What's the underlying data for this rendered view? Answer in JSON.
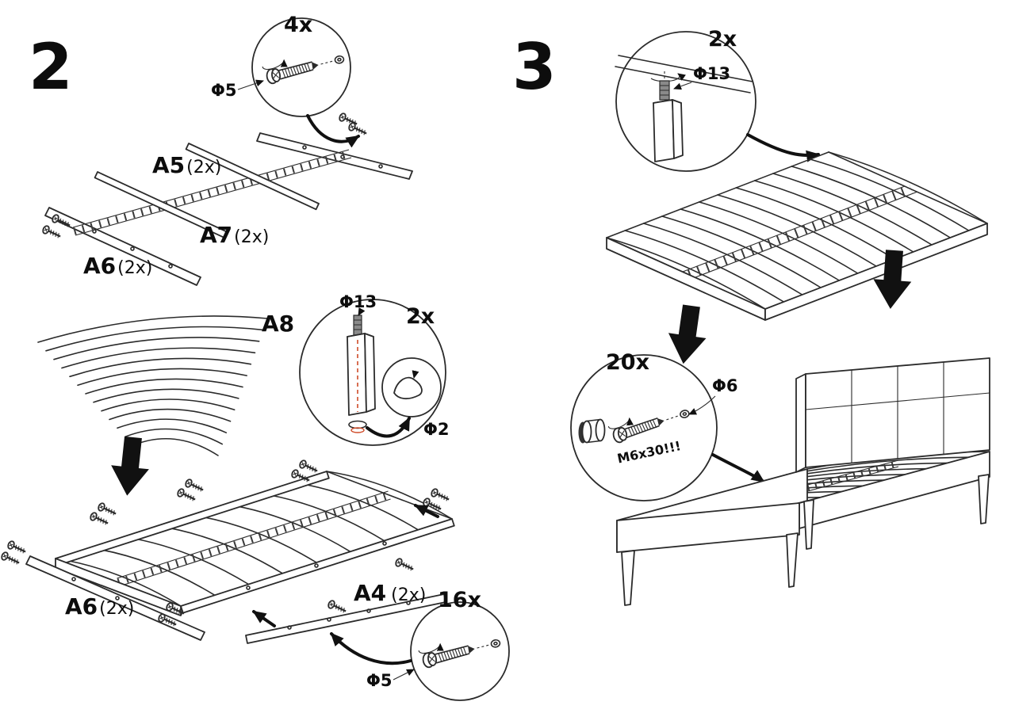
{
  "doc": {
    "kind": "furniture-assembly-instructions",
    "subject": "bed frame"
  },
  "colors": {
    "line": "#2b2b2b",
    "accent_dashed": "#cf4b28",
    "arrow": "#111111",
    "background": "#ffffff"
  },
  "s2": {
    "num": "2",
    "screw_top_qty": "4x",
    "screw_top_dia": "Φ5",
    "a5": "A5",
    "a5_qty": "(2x)",
    "a7": "A7",
    "a7_qty": "(2x)",
    "a6_top": "A6",
    "a6_top_qty": "(2x)",
    "a8": "A8",
    "leg_qty": "2x",
    "leg_dia_top": "Φ13",
    "leg_dia_pad": "Φ2",
    "a6_bottom": "A6",
    "a6_bottom_qty": "(2x)",
    "a4": "A4",
    "a4_qty": "(2x)",
    "screw_bot_qty": "16x",
    "screw_bot_dia": "Φ5"
  },
  "s3": {
    "num": "3",
    "leg_qty": "2x",
    "leg_dia": "Φ13",
    "screw_qty": "20x",
    "screw_dia": "Φ6",
    "screw_spec": "M6x30!!!"
  }
}
